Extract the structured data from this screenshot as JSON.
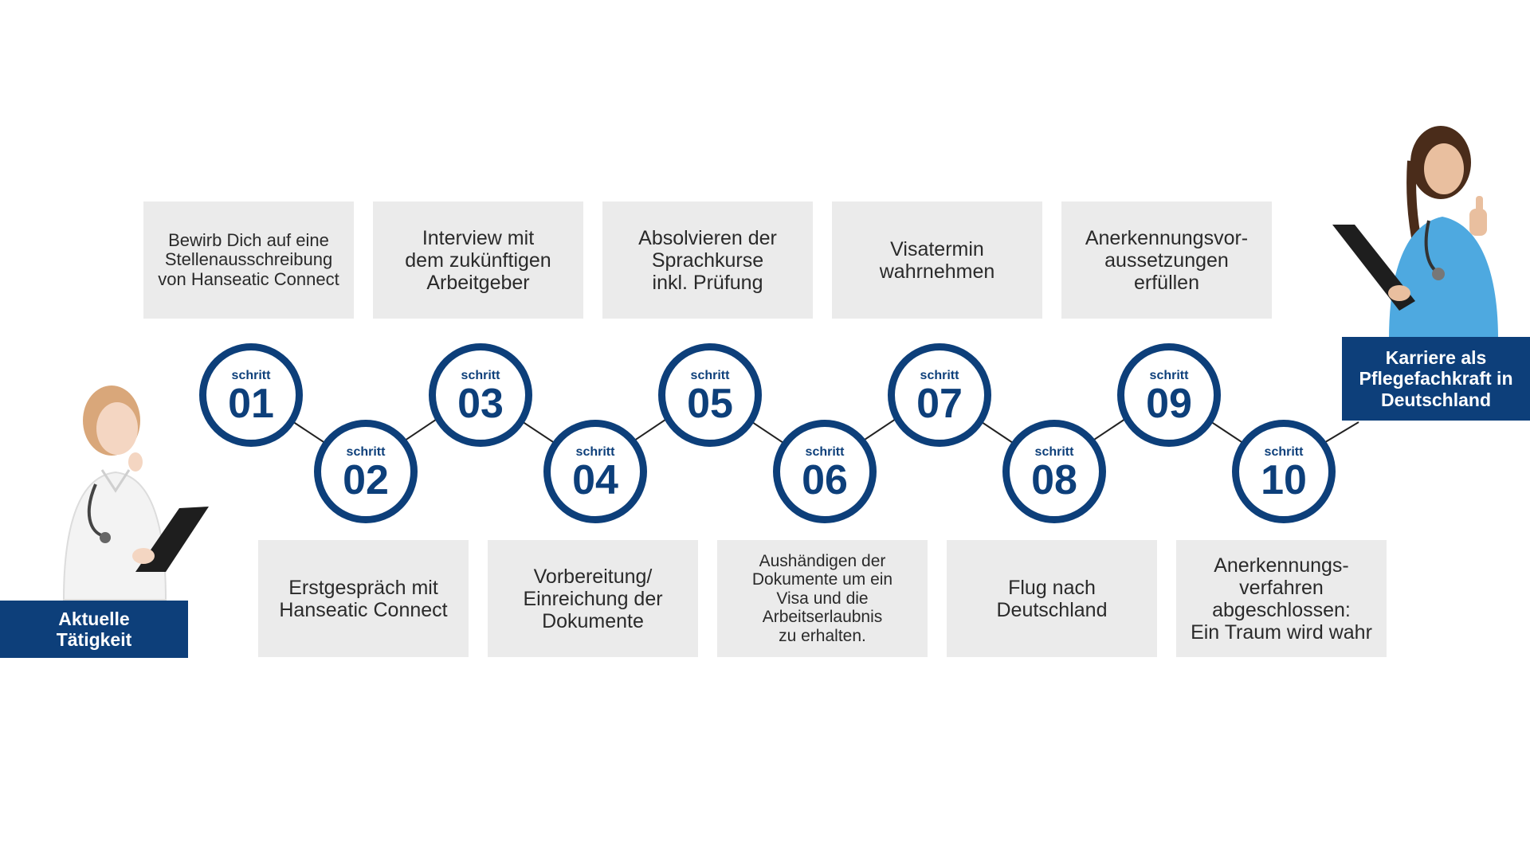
{
  "colors": {
    "accent": "#0d3f7a",
    "box_bg": "#ebebeb",
    "text": "#2a2a2a",
    "line": "#222222"
  },
  "steps": [
    {
      "label": "schritt",
      "number": "01",
      "text": "Bewirb Dich auf eine\nStellenausschreibung\nvon Hanseatic Connect"
    },
    {
      "label": "schritt",
      "number": "02",
      "text": "Erstgespräch mit\nHanseatic Connect"
    },
    {
      "label": "schritt",
      "number": "03",
      "text": "Interview mit\ndem zukünftigen\nArbeitgeber"
    },
    {
      "label": "schritt",
      "number": "04",
      "text": "Vorbereitung/\nEinreichung der\nDokumente"
    },
    {
      "label": "schritt",
      "number": "05",
      "text": "Absolvieren der\nSprachkurse\ninkl. Prüfung"
    },
    {
      "label": "schritt",
      "number": "06",
      "text": "Aushändigen der\nDokumente um ein\nVisa und die\nArbeitserlaubnis\nzu erhalten."
    },
    {
      "label": "schritt",
      "number": "07",
      "text": "Visatermin\nwahrnehmen"
    },
    {
      "label": "schritt",
      "number": "08",
      "text": "Flug nach\nDeutschland"
    },
    {
      "label": "schritt",
      "number": "09",
      "text": "Anerkennungsvor-\naussetzungen\nerfüllen"
    },
    {
      "label": "schritt",
      "number": "10",
      "text": "Anerkennungs-\nverfahren\nabgeschlossen:\nEin Traum wird wahr"
    }
  ],
  "start": {
    "label": "Aktuelle\nTätigkeit"
  },
  "end": {
    "label": "Karriere als\nPflegefachkraft in\nDeutschland"
  }
}
